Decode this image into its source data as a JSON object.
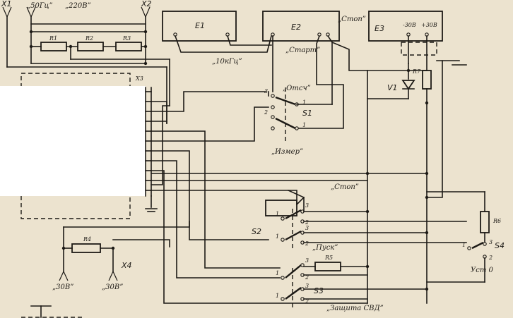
{
  "terminals": {
    "x1": "X1",
    "x2": "X2",
    "freq": "„50Гц”",
    "voltage": "„220В”"
  },
  "resistors": {
    "r1": "R1",
    "r2": "R2",
    "r3": "R3",
    "r4": "R4",
    "r5": "R5",
    "r6": "R6",
    "r7": "R7"
  },
  "units": {
    "e1": "E1",
    "e2": "E2",
    "e3": "E3",
    "freq_10k": "„10кГц”",
    "start": "„Старт”",
    "stop_e2": "„Стоп”",
    "minus30": "-30В",
    "plus30": "+30В"
  },
  "connector": {
    "x3": "X3",
    "x4": "X4",
    "x4_left": "„30В”",
    "x4_right": "„30В”"
  },
  "diode": {
    "v1": "V1"
  },
  "switches": {
    "s1": "S1",
    "s2": "S2",
    "s3": "S3",
    "s4": "S4",
    "otsch": "„Отсч”",
    "izmer": "„Измер”",
    "stop": "„Стоп”",
    "pusk": "„Пуск”",
    "ust0": "Уст 0",
    "protect": "„Защита СВД”",
    "pos1": "1",
    "pos2": "2",
    "pos3": "3"
  }
}
